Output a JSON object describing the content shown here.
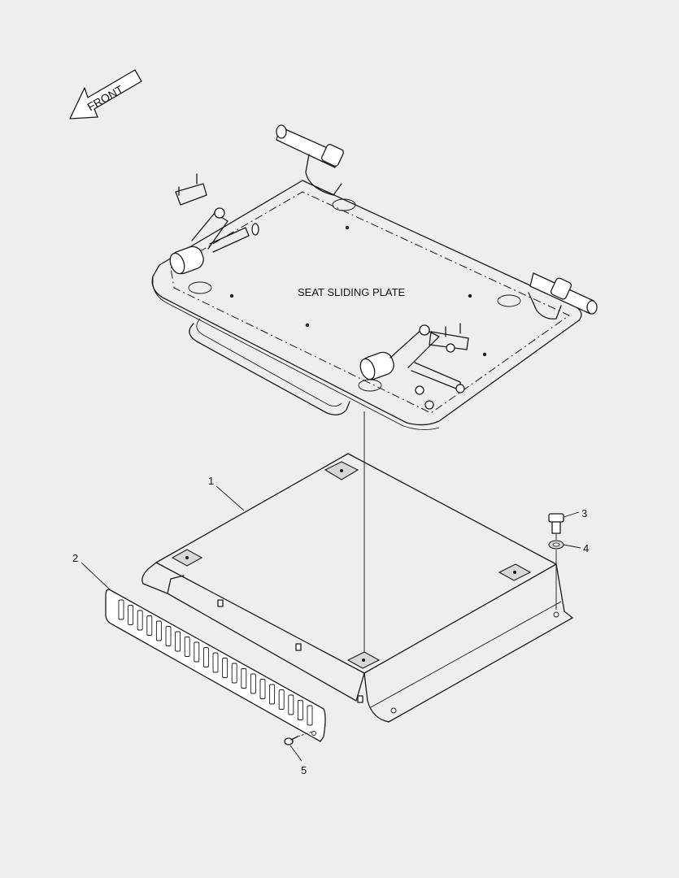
{
  "figure": {
    "plate_label": "SEAT SLIDING PLATE",
    "direction_label": "FRONT",
    "callouts": [
      "1",
      "2",
      "3",
      "4",
      "5"
    ]
  }
}
